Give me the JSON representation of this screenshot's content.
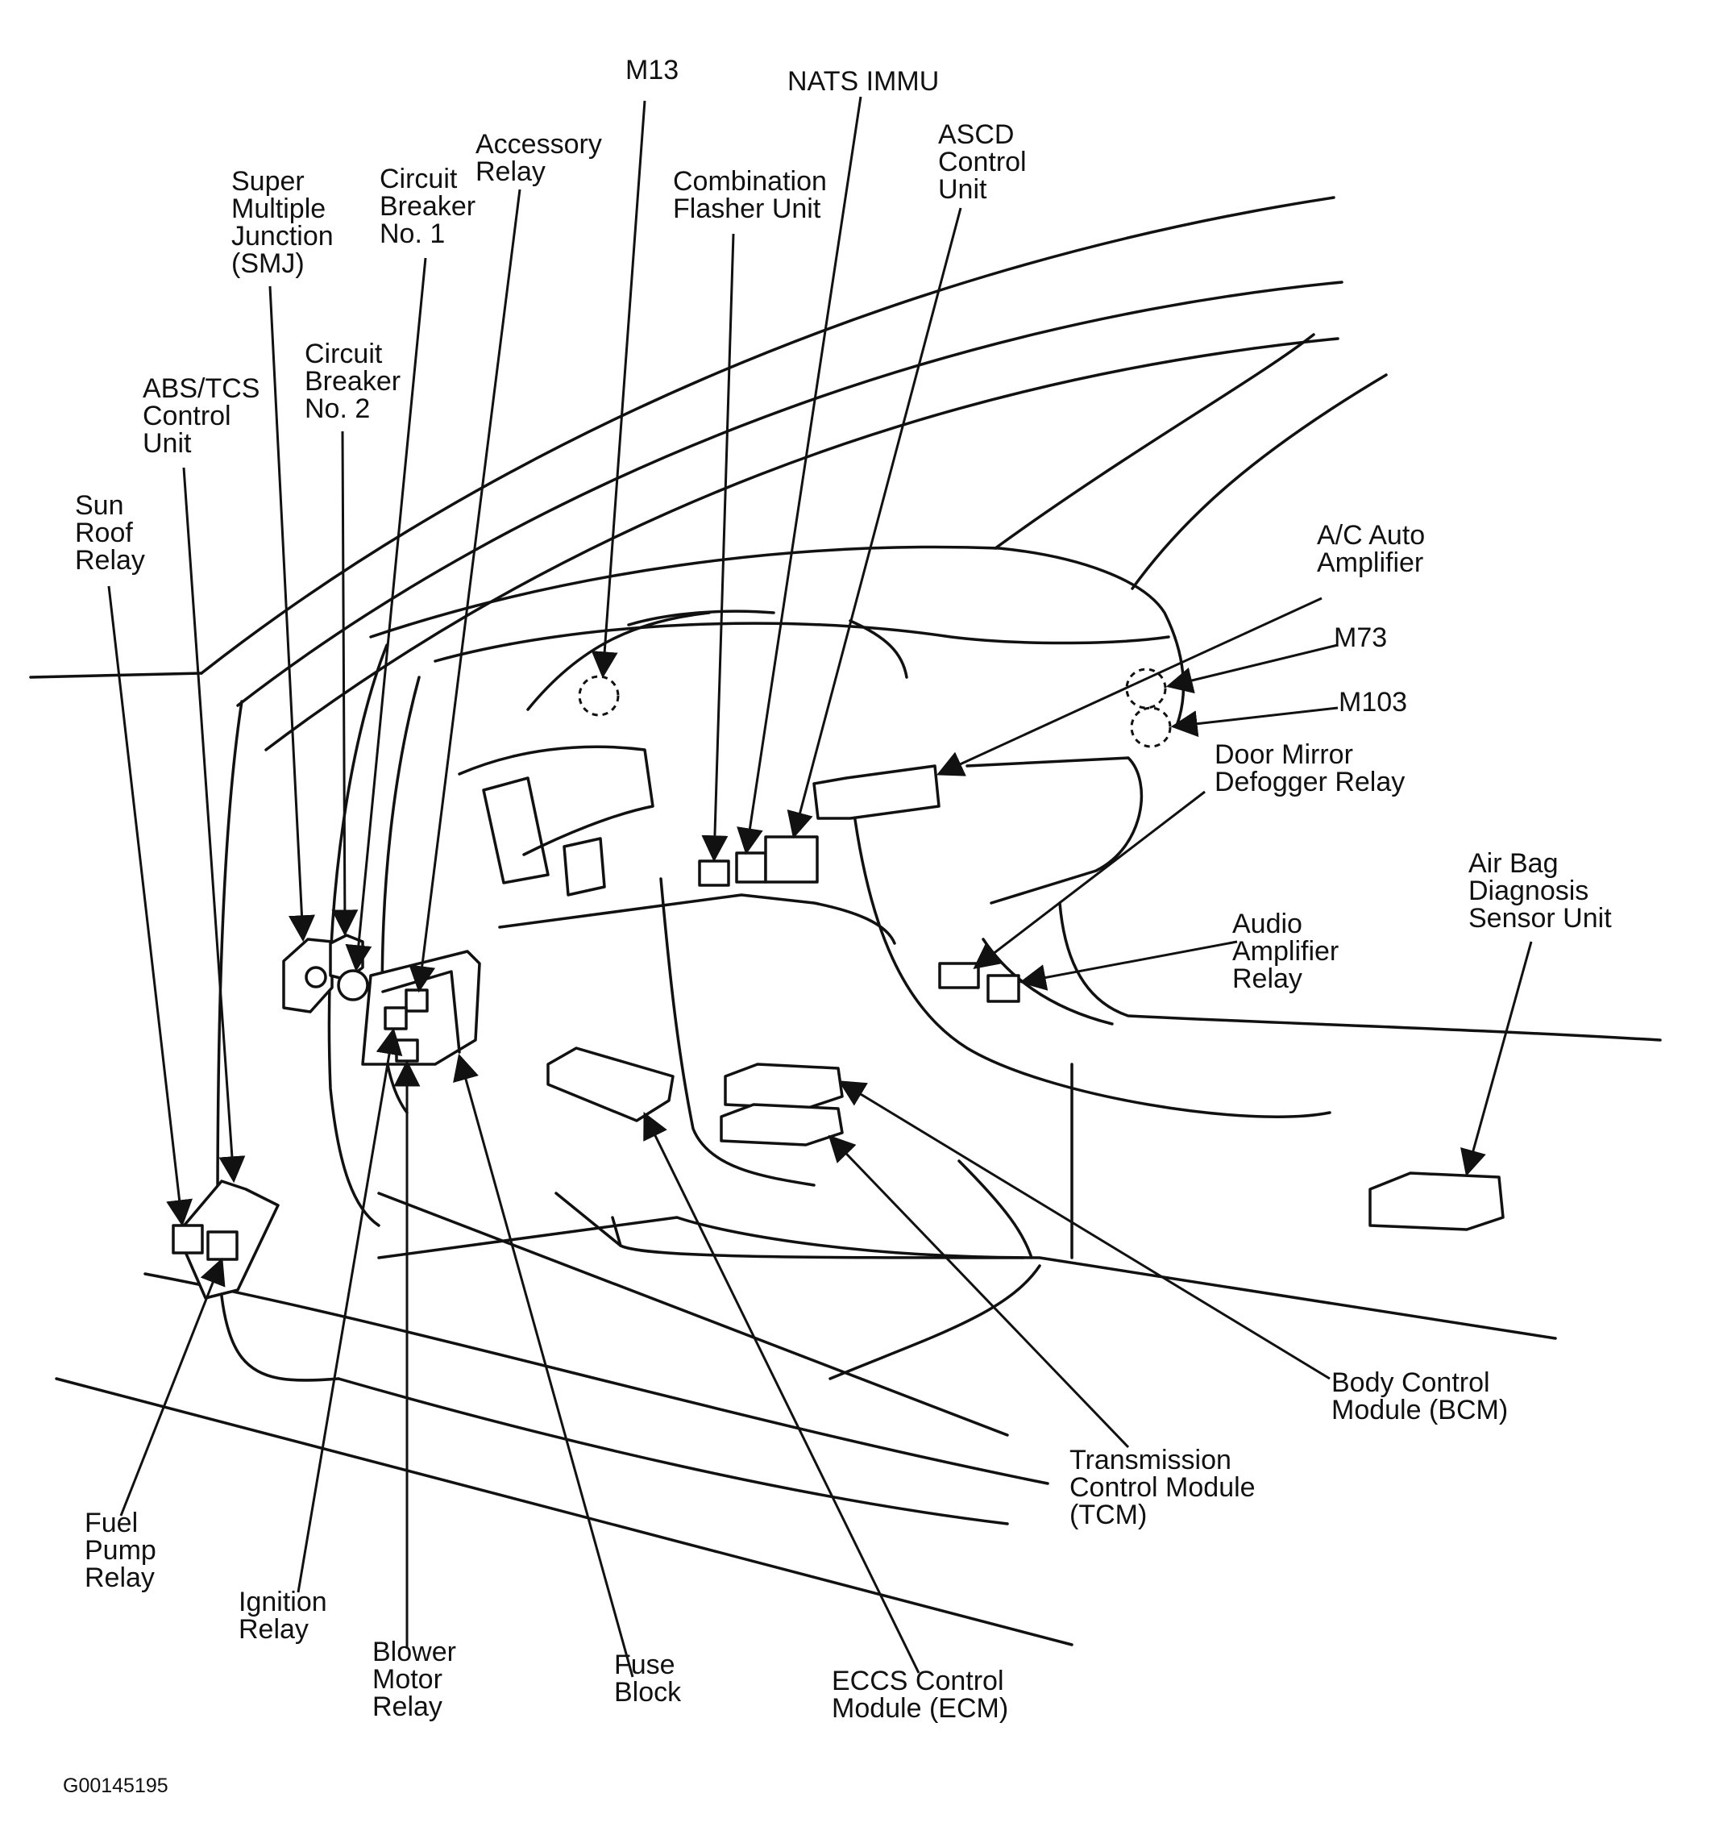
{
  "figure_id": "G00145195",
  "labels": {
    "m13": [
      "M13"
    ],
    "nats_immu": [
      "NATS IMMU"
    ],
    "accessory_relay": [
      "Accessory",
      "Relay"
    ],
    "combination_flasher": [
      "Combination",
      "Flasher Unit"
    ],
    "ascd_control": [
      "ASCD",
      "Control",
      "Unit"
    ],
    "smj": [
      "Super",
      "Multiple",
      "Junction",
      "(SMJ)"
    ],
    "circuit_breaker_1": [
      "Circuit",
      "Breaker",
      "No. 1"
    ],
    "circuit_breaker_2": [
      "Circuit",
      "Breaker",
      "No. 2"
    ],
    "abs_tcs": [
      "ABS/TCS",
      "Control",
      "Unit"
    ],
    "sun_roof_relay": [
      "Sun",
      "Roof",
      "Relay"
    ],
    "ac_auto_amplifier": [
      "A/C Auto",
      "Amplifier"
    ],
    "m73": [
      "M73"
    ],
    "m103": [
      "M103"
    ],
    "door_mirror_defogger": [
      "Door Mirror",
      "Defogger Relay"
    ],
    "air_bag_sensor": [
      "Air Bag",
      "Diagnosis",
      "Sensor Unit"
    ],
    "audio_amplifier_relay": [
      "Audio",
      "Amplifier",
      "Relay"
    ],
    "bcm": [
      "Body Control",
      "Module (BCM)"
    ],
    "tcm": [
      "Transmission",
      "Control Module",
      "(TCM)"
    ],
    "ecm": [
      "ECCS Control",
      "Module (ECM)"
    ],
    "fuse_block": [
      "Fuse",
      "Block"
    ],
    "blower_motor_relay": [
      "Blower",
      "Motor",
      "Relay"
    ],
    "ignition_relay": [
      "Ignition",
      "Relay"
    ],
    "fuel_pump_relay": [
      "Fuel",
      "Pump",
      "Relay"
    ]
  }
}
